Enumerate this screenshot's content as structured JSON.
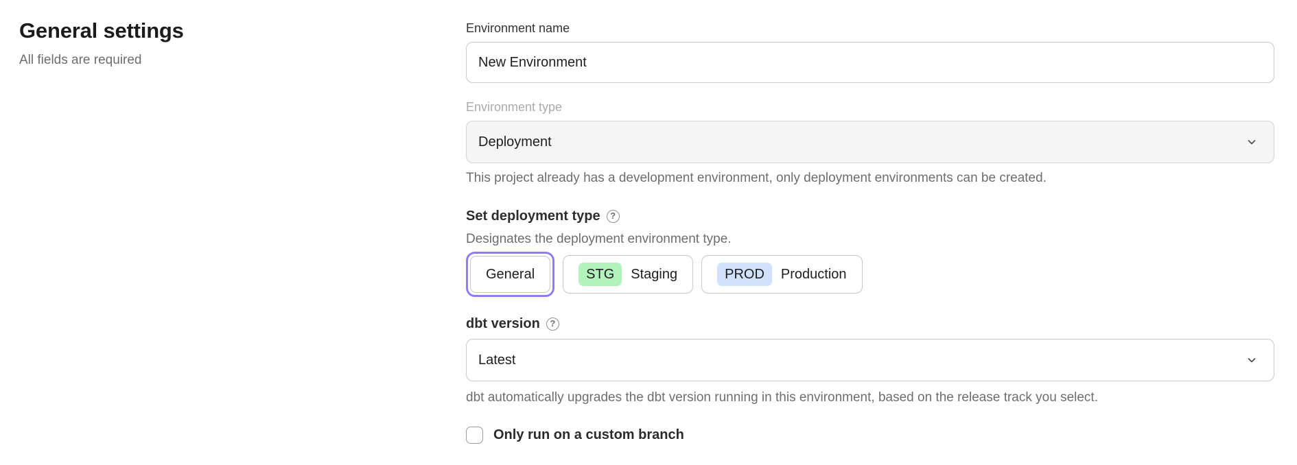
{
  "page": {
    "title": "General settings",
    "subtitle": "All fields are required"
  },
  "form": {
    "environment_name": {
      "label": "Environment name",
      "value": "New Environment"
    },
    "environment_type": {
      "label": "Environment type",
      "value": "Deployment",
      "disabled": true,
      "helper": "This project already has a development environment, only deployment environments can be created."
    },
    "deployment_type": {
      "heading": "Set deployment type",
      "description": "Designates the deployment environment type.",
      "options": {
        "general": {
          "label": "General",
          "selected": true
        },
        "staging": {
          "badge": "STG",
          "label": "Staging",
          "badge_color": "#b2f2bb"
        },
        "production": {
          "badge": "PROD",
          "label": "Production",
          "badge_color": "#d0e2fc"
        }
      }
    },
    "dbt_version": {
      "heading": "dbt version",
      "value": "Latest",
      "helper": "dbt automatically upgrades the dbt version running in this environment, based on the release track you select."
    },
    "custom_branch": {
      "label": "Only run on a custom branch",
      "checked": false
    }
  },
  "icons": {
    "help_glyph": "?"
  },
  "colors": {
    "accent_purple": "#8f7cf0",
    "badge_green": "#b2f2bb",
    "badge_blue": "#d0e2fc"
  }
}
